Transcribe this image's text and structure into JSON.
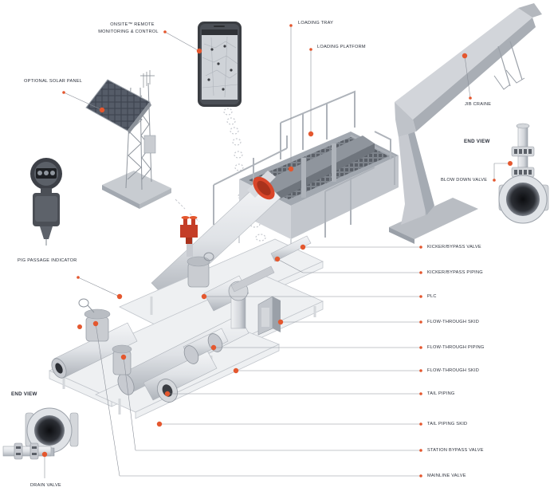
{
  "colors": {
    "accent": "#e4572e",
    "leader": "#8a8f98",
    "metal_light": "#e6e8eb",
    "metal_mid": "#c9ccd1",
    "metal_dark": "#9aa0a8",
    "phone_body": "#3a3d42",
    "text": "#2a2f3a"
  },
  "icons": [
    "solar-panel",
    "smartphone",
    "pig-passage-indicator",
    "jib-crane",
    "valve"
  ],
  "labels": {
    "onsite_remote_line1": "ONSITE™ REMOTE",
    "onsite_remote_line2": "MONITORING & CONTROL",
    "loading_tray": "LOADING TRAY",
    "loading_platform": "LOADING PLATFORM",
    "optional_solar_panel": "OPTIONAL SOLAR PANEL",
    "jib_craine": "JIB CRAINE",
    "end_view_top": "END VIEW",
    "blow_down_valve": "BLOW DOWN VALVE",
    "pig_passage_indicator": "PIG PASSAGE INDICATOR",
    "kicker_bypass_valve": "KICKER/BYPASS VALVE",
    "kicker_bypass_piping": "KICKER/BYPASS PIPING",
    "plc": "PLC",
    "flow_through_skid_1": "FLOW-THROUGH SKID",
    "flow_through_piping": "FLOW-THROUGH PIPING",
    "flow_through_skid_2": "FLOW-THROUGH SKID",
    "tail_piping": "TAIL PIPING",
    "tail_piping_skid": "TAIL PIPING SKID",
    "station_bypass_valve": "STATION BYPASS VALVE",
    "mainline_valve": "MAINLINE VALVE",
    "end_view_bottom": "END VIEW",
    "drain_valve": "DRAIN VALVE"
  }
}
